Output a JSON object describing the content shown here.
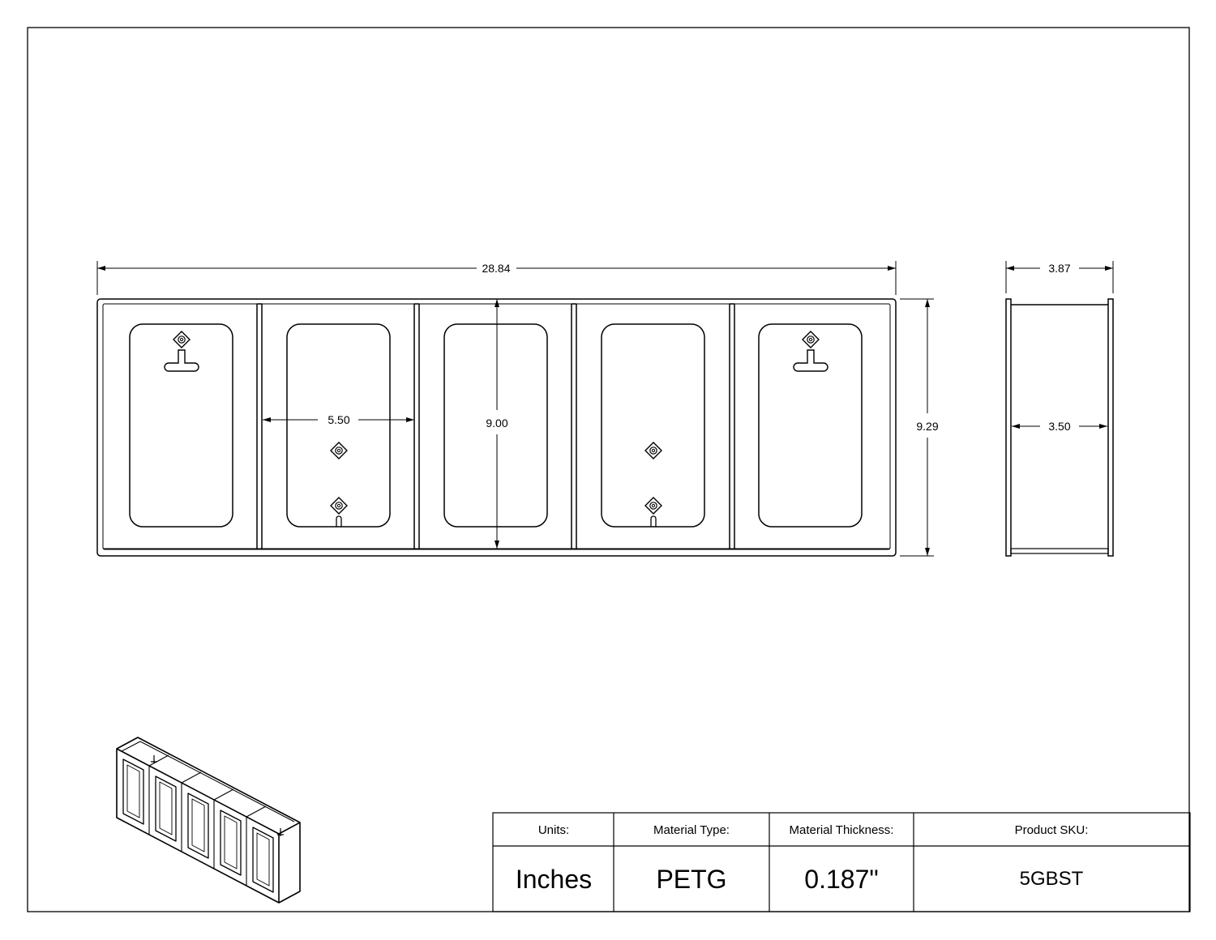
{
  "dimensions": {
    "overall_width": "28.84",
    "overall_height": "9.29",
    "side_depth": "3.87",
    "side_inner_depth": "3.50",
    "compartment_width": "5.50",
    "compartment_height": "9.00"
  },
  "title_block": {
    "units_label": "Units:",
    "units_value": "Inches",
    "material_type_label": "Material Type:",
    "material_type_value": "PETG",
    "material_thickness_label": "Material Thickness:",
    "material_thickness_value": "0.187\"",
    "product_sku_label": "Product SKU:",
    "product_sku_value": "5GBST"
  }
}
